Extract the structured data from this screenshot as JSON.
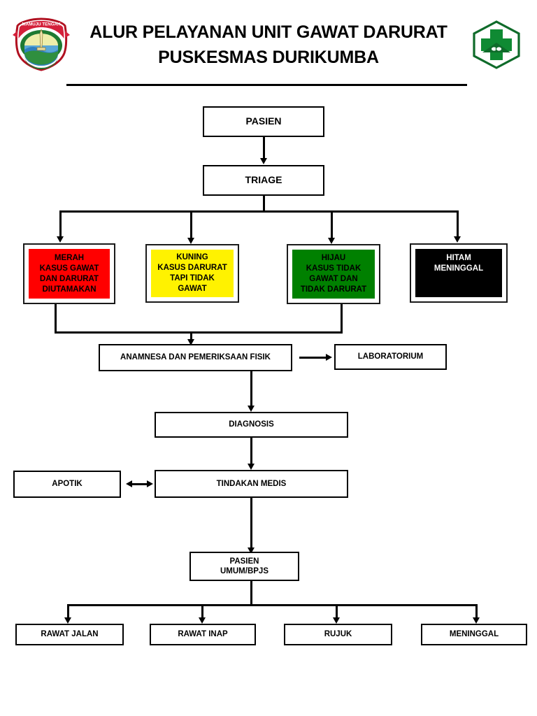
{
  "header": {
    "title_line1": "ALUR PELAYANAN UNIT GAWAT DARURAT",
    "title_line2": "PUSKESMAS DURIKUMBA",
    "logo_left_name": "mamuju-tengah-regency-emblem",
    "logo_left_text": "MAMUJU TENGAH",
    "logo_right_name": "puskesmas-logo"
  },
  "colors": {
    "red": "#FF0000",
    "yellow": "#FFF200",
    "green": "#008000",
    "black": "#000000",
    "border": "#1a1a1a",
    "text_on_black": "#FFFFFF"
  },
  "nodes": {
    "pasien": "PASIEN",
    "triage": "TRIAGE",
    "merah": {
      "line1": "MERAH",
      "line2": "KASUS GAWAT",
      "line3": "DAN DARURAT",
      "line4": "DIUTAMAKAN"
    },
    "kuning": {
      "line1": "KUNING",
      "line2": "KASUS DARURAT",
      "line3": "TAPI TIDAK",
      "line4": "GAWAT"
    },
    "hijau": {
      "line1": "HIJAU",
      "line2": "KASUS TIDAK",
      "line3": "GAWAT DAN",
      "line4": "TIDAK DARURAT"
    },
    "hitam": {
      "line1": "HITAM",
      "line2": "MENINGGAL"
    },
    "anamnesa": "ANAMNESA DAN PEMERIKSAAN FISIK",
    "laboratorium": "LABORATORIUM",
    "diagnosis": "DIAGNOSIS",
    "apotik": "APOTIK",
    "tindakan_medis": "TINDAKAN MEDIS",
    "pasien_umum": {
      "line1": "PASIEN",
      "line2": "UMUM/BPJS"
    },
    "rawat_jalan": "RAWAT JALAN",
    "rawat_inap": "RAWAT INAP",
    "rujuk": "RUJUK",
    "meninggal": "MENINGGAL"
  }
}
